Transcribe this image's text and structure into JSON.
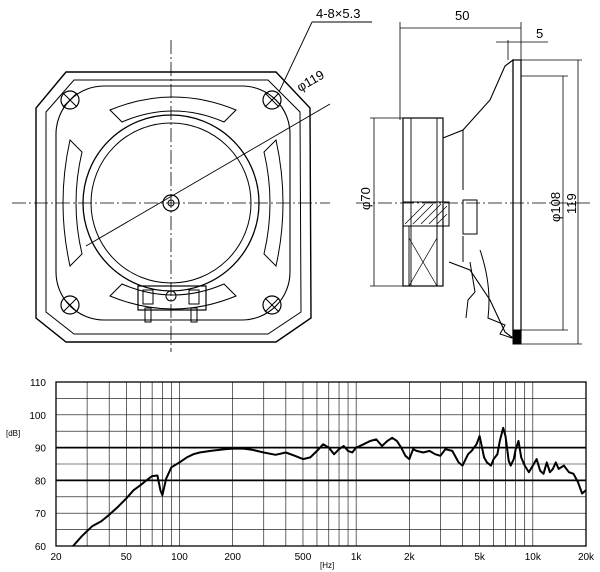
{
  "front_view": {
    "hole_callout": "4-8×5.3",
    "diameter_label": "φ119"
  },
  "side_view": {
    "depth_label": "50",
    "flange_label": "5",
    "magnet_diameter_label": "φ70",
    "cone_diameter_label": "φ108",
    "overall_label": "119"
  },
  "chart_data": {
    "type": "line",
    "title": "",
    "xlabel": "[Hz]",
    "ylabel": "[dB]",
    "x_scale": "log",
    "xlim": [
      20,
      20000
    ],
    "ylim": [
      60,
      110
    ],
    "grid": true,
    "x_ticks": [
      20,
      50,
      100,
      200,
      500,
      1000,
      2000,
      5000,
      10000,
      20000
    ],
    "x_tick_labels": [
      "20",
      "50",
      "100",
      "200",
      "500",
      "1k",
      "2k",
      "5k",
      "10k",
      "20k"
    ],
    "y_ticks": [
      60,
      70,
      80,
      90,
      100,
      110
    ],
    "y_tick_labels": [
      "60",
      "70",
      "80",
      "90",
      "100",
      "110"
    ],
    "emphasized_y": [
      80,
      90
    ],
    "series": [
      {
        "x": [
          25,
          28,
          32,
          36,
          40,
          45,
          50,
          55,
          60,
          65,
          70,
          75,
          78,
          80,
          84,
          90,
          100,
          110,
          120,
          130,
          150,
          180,
          200,
          230,
          260,
          300,
          350,
          400,
          450,
          500,
          550,
          600,
          650,
          700,
          750,
          800,
          850,
          900,
          950,
          1000,
          1100,
          1200,
          1300,
          1400,
          1500,
          1600,
          1700,
          1800,
          1900,
          2000,
          2100,
          2200,
          2400,
          2600,
          2800,
          3000,
          3200,
          3500,
          3800,
          4000,
          4300,
          4500,
          4800,
          5000,
          5300,
          5500,
          5800,
          6000,
          6300,
          6500,
          6800,
          7000,
          7300,
          7500,
          7800,
          8000,
          8300,
          8600,
          9000,
          9500,
          10000,
          10500,
          11000,
          11500,
          12000,
          12500,
          13000,
          13500,
          14000,
          15000,
          16000,
          17000,
          18000,
          19000,
          20000
        ],
        "y": [
          60,
          63,
          66,
          67.5,
          69.5,
          72,
          74.5,
          77,
          78.5,
          80,
          81.3,
          81.5,
          77,
          75.5,
          80.5,
          84,
          85.5,
          87,
          88,
          88.5,
          89,
          89.5,
          89.7,
          89.7,
          89.3,
          88.5,
          87.8,
          88.5,
          87.5,
          86.5,
          87,
          89,
          91,
          90,
          88,
          89.5,
          90.5,
          89,
          88.5,
          90,
          91,
          92,
          92.5,
          90.5,
          92,
          93,
          92,
          90,
          87.5,
          86.5,
          89.5,
          89,
          88.5,
          89,
          88,
          87.5,
          89.5,
          89,
          85.5,
          84.5,
          88,
          89,
          91,
          93.5,
          87,
          85.5,
          84.5,
          86.5,
          88,
          92,
          96,
          93.5,
          86,
          84.5,
          86.5,
          89.5,
          92,
          87,
          84.5,
          82.5,
          84.5,
          86.5,
          83,
          82,
          85.5,
          82.5,
          83.5,
          85.5,
          83.5,
          84.5,
          82.5,
          82,
          79.5,
          76,
          77
        ]
      }
    ]
  }
}
